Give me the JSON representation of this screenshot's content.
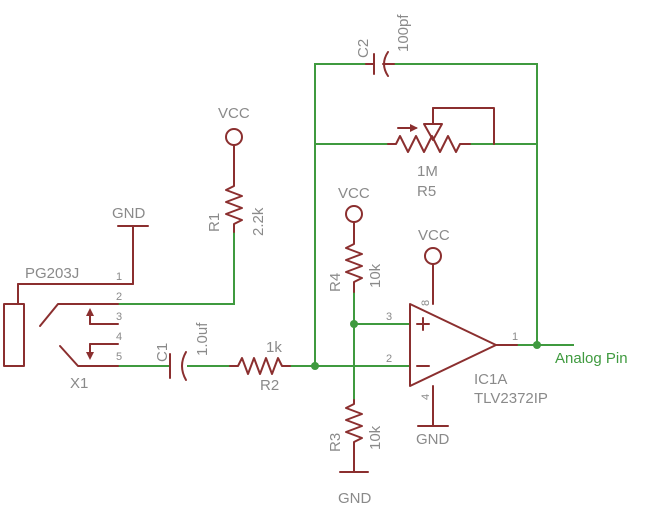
{
  "labels": {
    "c2_name": "C2",
    "c2_value": "100pf",
    "r5_value": "1M",
    "r5_name": "R5",
    "vcc_r1": "VCC",
    "r1_name": "R1",
    "r1_value": "2.2k",
    "gnd_jack": "GND",
    "jack_name": "PG203J",
    "vcc_r4": "VCC",
    "r4_name": "R4",
    "r4_value": "10k",
    "vcc_opamp": "VCC",
    "c1_name": "C1",
    "c1_value": "1.0uf",
    "r2_value": "1k",
    "r2_name": "R2",
    "x1_name": "X1",
    "r3_name": "R3",
    "r3_value": "10k",
    "gnd_r3": "GND",
    "gnd_opamp": "GND",
    "ic_name": "IC1A",
    "ic_value": "TLV2372IP",
    "output_net": "Analog Pin"
  },
  "pins": {
    "jack_1": "1",
    "jack_2": "2",
    "jack_3": "3",
    "jack_4": "4",
    "jack_5": "5",
    "op_3": "3",
    "op_2": "2",
    "op_1": "1",
    "op_8": "8",
    "op_4": "4"
  },
  "colors": {
    "wire": "#3f9a3f",
    "component": "#8b2f2f",
    "label": "#8a8a8a"
  }
}
